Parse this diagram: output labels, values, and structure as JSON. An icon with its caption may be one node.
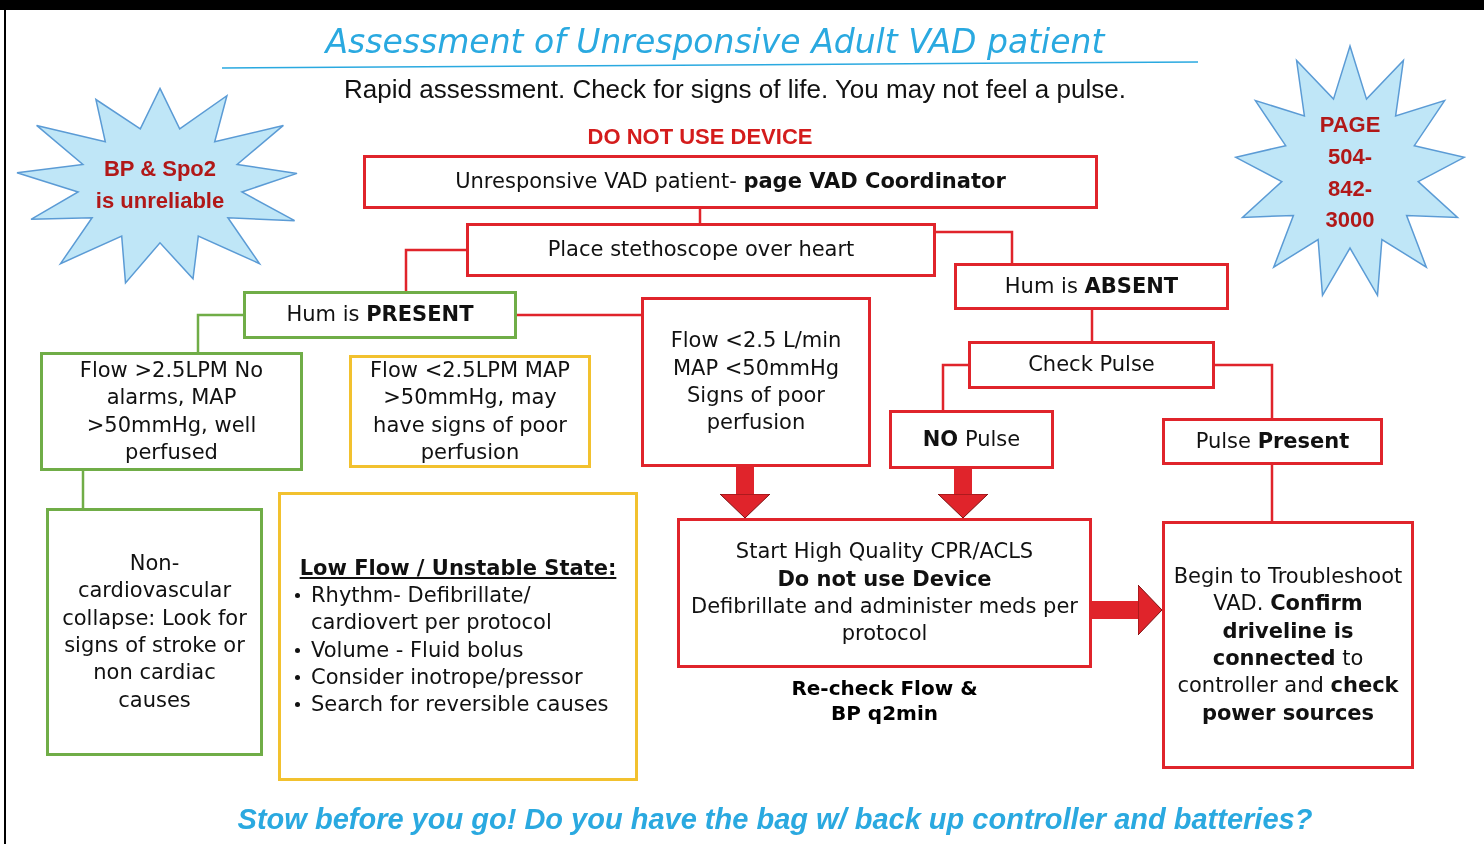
{
  "diagram": {
    "title": "Assessment of Unresponsive Adult VAD patient",
    "caption": "Stow before you go! Do you have the bag w/ back up controller and batteries?",
    "labels": [
      "Rapid assessment.  Check for signs of life.  You may not feel a pulse.",
      "DO NOT USE DEVICE"
    ],
    "nodes": [
      {
        "text": [
          "BP & Spo2 is unreliable"
        ]
      },
      {
        "text": [
          "PAGE 504-842-3000"
        ]
      },
      {
        "text": [
          "Unresponsive VAD patient- **page VAD Coordinator**"
        ]
      },
      {
        "text": [
          "Place stethoscope over heart"
        ]
      },
      {
        "text": [
          "Hum is **PRESENT**"
        ]
      },
      {
        "text": [
          "Hum is **ABSENT**"
        ]
      },
      {
        "text": [
          "Flow >2.5LPM No alarms, MAP >50mmHg, well perfused"
        ]
      },
      {
        "text": [
          "Flow <2.5LPM MAP >50mmHg, may have signs of poor perfusion"
        ]
      },
      {
        "text": [
          "Flow <2.5 L/min MAP <50mmHg Signs of poor perfusion"
        ]
      },
      {
        "text": [
          "Check Pulse"
        ]
      },
      {
        "text": [
          "**NO** Pulse"
        ]
      },
      {
        "text": [
          "Pulse **Present**"
        ]
      },
      {
        "text": [
          "Non-cardiovascular collapse: Look for signs of stroke or non cardiac causes"
        ]
      },
      {
        "text": [
          "**Low Flow / Unstable State**:",
          "Rhythm- Defibrillate/ cardiovert per protocol",
          "Volume - Fluid bolus",
          "Consider inotrope/pressor",
          "Search for reversible causes"
        ]
      },
      {
        "text": [
          "Start High Quality CPR/ACLS",
          "Do not use Device",
          "Defibrillate and administer meds per protocol"
        ],
        "beside": [
          "Re-check Flow & BP q2min"
        ]
      },
      {
        "text": [
          "Begin to Troubleshoot VAD. **Confirm driveline is connected** to controller and **check power sources**"
        ]
      }
    ],
    "edges": [
      {
        "from": 2,
        "to": 3,
        "arrow": "none"
      },
      {
        "from": 3,
        "to": 4,
        "arrow": "none"
      },
      {
        "from": 3,
        "to": 5,
        "arrow": "none"
      },
      {
        "from": 4,
        "to": 6,
        "arrow": "none",
        "color": "#70ad47"
      },
      {
        "from": 4,
        "to": 8,
        "arrow": "none"
      },
      {
        "from": 6,
        "to": 12,
        "arrow": "none",
        "color": "#70ad47"
      },
      {
        "from": 5,
        "to": 9,
        "arrow": "none"
      },
      {
        "from": 9,
        "to": 10,
        "arrow": "none"
      },
      {
        "from": 9,
        "to": 11,
        "arrow": "none"
      },
      {
        "from": 11,
        "to": 15,
        "arrow": "none"
      },
      {
        "from": 8,
        "to": 14,
        "arrow": "to",
        "style": "thick"
      },
      {
        "from": 10,
        "to": 14,
        "arrow": "to",
        "style": "thick"
      },
      {
        "from": 14,
        "to": 15,
        "arrow": "to",
        "style": "thick"
      }
    ]
  }
}
